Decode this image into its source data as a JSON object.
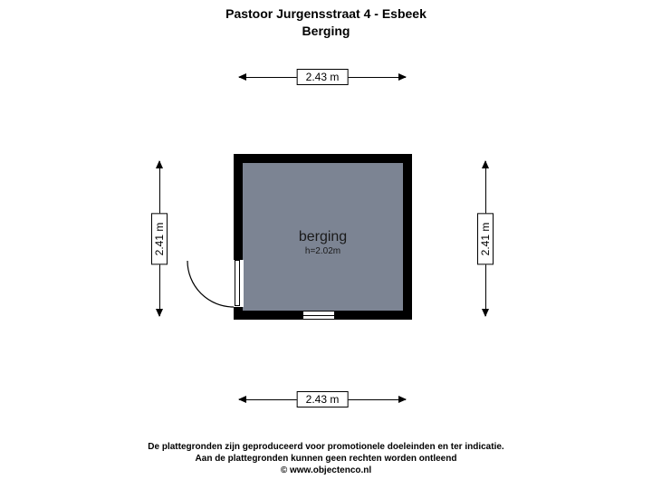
{
  "header": {
    "title": "Pastoor Jurgensstraat 4 - Esbeek",
    "subtitle": "Berging"
  },
  "room": {
    "name": "berging",
    "height_label": "h=2.02m",
    "fill_color": "#7c8493",
    "wall_color": "#000000"
  },
  "dimensions": {
    "top": "2.43 m",
    "bottom": "2.43 m",
    "left": "2.41 m",
    "right": "2.41 m"
  },
  "features": {
    "door": "door-swing-left-wall",
    "window": "window-bottom-wall"
  },
  "footer": {
    "line1": "De plattegronden zijn geproduceerd voor promotionele doeleinden en ter indicatie.",
    "line2": "Aan de plattegronden kunnen geen rechten worden ontleend",
    "line3": "© www.objectenco.nl"
  }
}
